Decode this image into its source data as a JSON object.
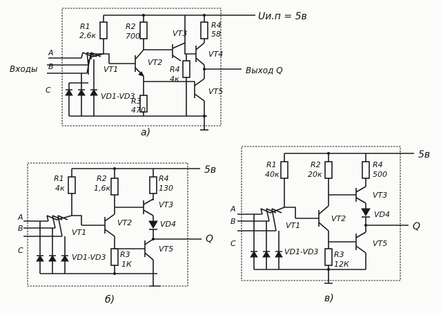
{
  "panel_a": {
    "r1": "R1",
    "r1v": "2,6к",
    "r2": "R2",
    "r2v": "700",
    "r3": "R3",
    "r3v": "470",
    "r4": "R4",
    "r4v": "58",
    "r4b": "R4",
    "r4bv": "4к",
    "vt1": "VT1",
    "vt2": "VT2",
    "vt3": "VT3",
    "vt4": "VT4",
    "vt5": "VT5",
    "vd": "VD1-VD3",
    "in_a": "A",
    "in_b": "B",
    "in_c": "C",
    "inputs": "Входы",
    "output": "Выход Q",
    "supply": "Uи.п = 5в",
    "caption": "а)"
  },
  "panel_b": {
    "r1": "R1",
    "r1v": "4к",
    "r2": "R2",
    "r2v": "1,6к",
    "r3": "R3",
    "r3v": "1К",
    "r4": "R4",
    "r4v": "130",
    "vt1": "VT1",
    "vt2": "VT2",
    "vt3": "VT3",
    "vt5": "VT5",
    "vd4": "VD4",
    "vd": "VD1-VD3",
    "in_a": "A",
    "in_b": "B",
    "in_c": "C",
    "supply": "5в",
    "output": "Q",
    "caption": "б)"
  },
  "panel_c": {
    "r1": "R1",
    "r1v": "40к",
    "r2": "R2",
    "r2v": "20к",
    "r3": "R3",
    "r3v": "12К",
    "r4": "R4",
    "r4v": "500",
    "vt1": "VT1",
    "vt2": "VT2",
    "vt3": "VT3",
    "vt5": "VT5",
    "vd4": "VD4",
    "vd": "VD1-VD3",
    "in_a": "A",
    "in_b": "B",
    "in_c": "C",
    "supply": "5в",
    "output": "Q",
    "caption": "в)"
  }
}
